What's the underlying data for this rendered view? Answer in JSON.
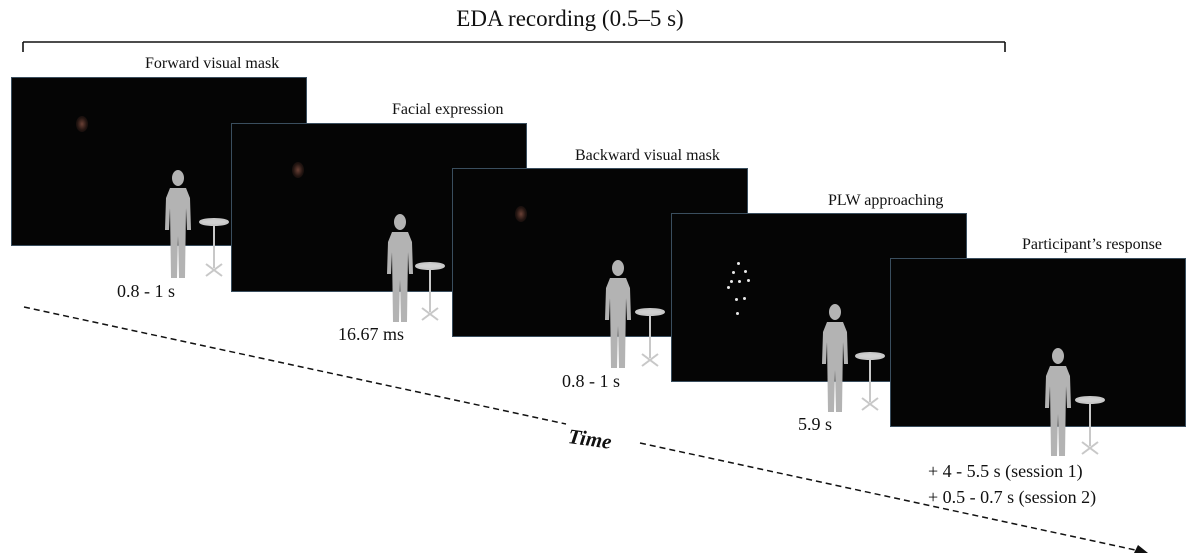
{
  "title": "EDA recording (0.5–5 s)",
  "time_label": "Time",
  "panels": [
    {
      "label": "Forward visual mask",
      "duration": "0.8 - 1 s",
      "stimulus": "face-blob"
    },
    {
      "label": "Facial expression",
      "duration": "16.67 ms",
      "stimulus": "face-blob"
    },
    {
      "label": "Backward visual mask",
      "duration": "0.8 - 1 s",
      "stimulus": "face-blob"
    },
    {
      "label": "PLW approaching",
      "duration": "5.9 s",
      "stimulus": "point-light-walker"
    },
    {
      "label": "Participant’s response",
      "duration_lines": [
        "+ 4 - 5.5 s (session 1)",
        "+ 0.5 - 0.7 s (session 2)"
      ],
      "stimulus": "none"
    }
  ],
  "colors": {
    "screen": "#050505",
    "screen_border": "#3a4e5e",
    "silhouette": "#b3b3b3",
    "table": "#c8c8c8"
  },
  "icons": [
    "person-silhouette-icon",
    "standing-table-icon"
  ]
}
